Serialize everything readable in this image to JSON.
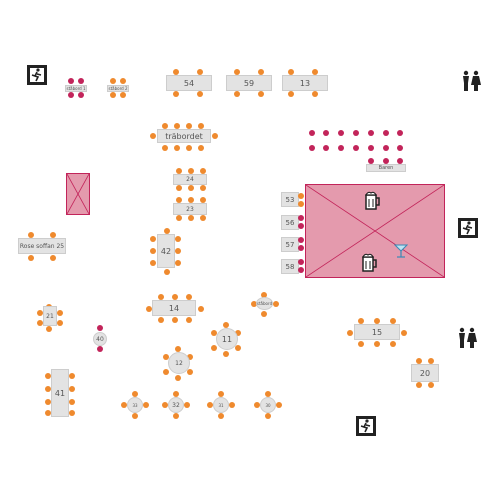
{
  "tables": {
    "t54": "54",
    "t59": "59",
    "t13": "13",
    "traebordet": "träbordet",
    "t24": "24",
    "t23": "23",
    "rose": "Rose soffan 25",
    "t42": "42",
    "t21": "21",
    "t14": "14",
    "t40": "40",
    "t11": "11",
    "t12": "12",
    "t41": "41",
    "t33": "33",
    "t32": "32",
    "t31": "31",
    "t30": "30",
    "t15": "15",
    "t20": "20",
    "small1": "ståbord 1",
    "small2": "ståbord 2",
    "small3": "ståbord"
  },
  "bar": {
    "label": "Baren",
    "seats": [
      "53",
      "56",
      "57",
      "58"
    ]
  },
  "icons": {
    "exit": "exit-icon",
    "restroom": "restroom-icon",
    "beer": "beer-icon",
    "cocktail": "cocktail-icon"
  },
  "colors": {
    "seat": "#ef8a2e",
    "seat_alt": "#c2245a",
    "bar_fill": "#e49aad",
    "table": "#e3e3e3"
  }
}
